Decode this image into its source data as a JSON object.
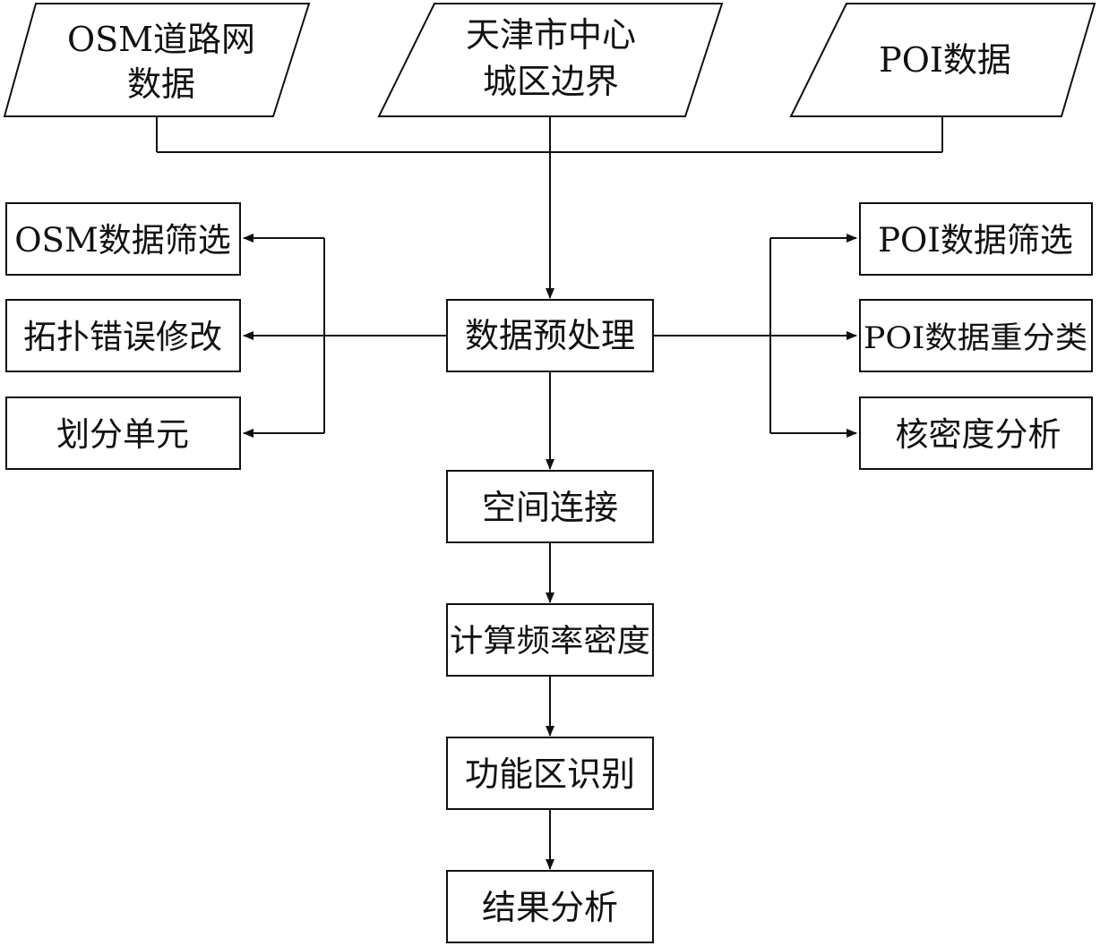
{
  "inputs": {
    "osm_road_network": [
      "OSM道路网",
      "数据"
    ],
    "tianjin_boundary": [
      "天津市中心",
      "城区边界"
    ],
    "poi_data": [
      "POI数据"
    ]
  },
  "preprocess": "数据预处理",
  "osm_steps": {
    "filter": "OSM数据筛选",
    "topology_fix": "拓扑错误修改",
    "divide_units": "划分单元"
  },
  "poi_steps": {
    "filter": "POI数据筛选",
    "reclassify": "POI数据重分类",
    "kernel_density": "核密度分析"
  },
  "main_flow": {
    "spatial_join": "空间连接",
    "frequency_density": "计算频率密度",
    "zone_identification": "功能区识别",
    "result_analysis": "结果分析"
  }
}
